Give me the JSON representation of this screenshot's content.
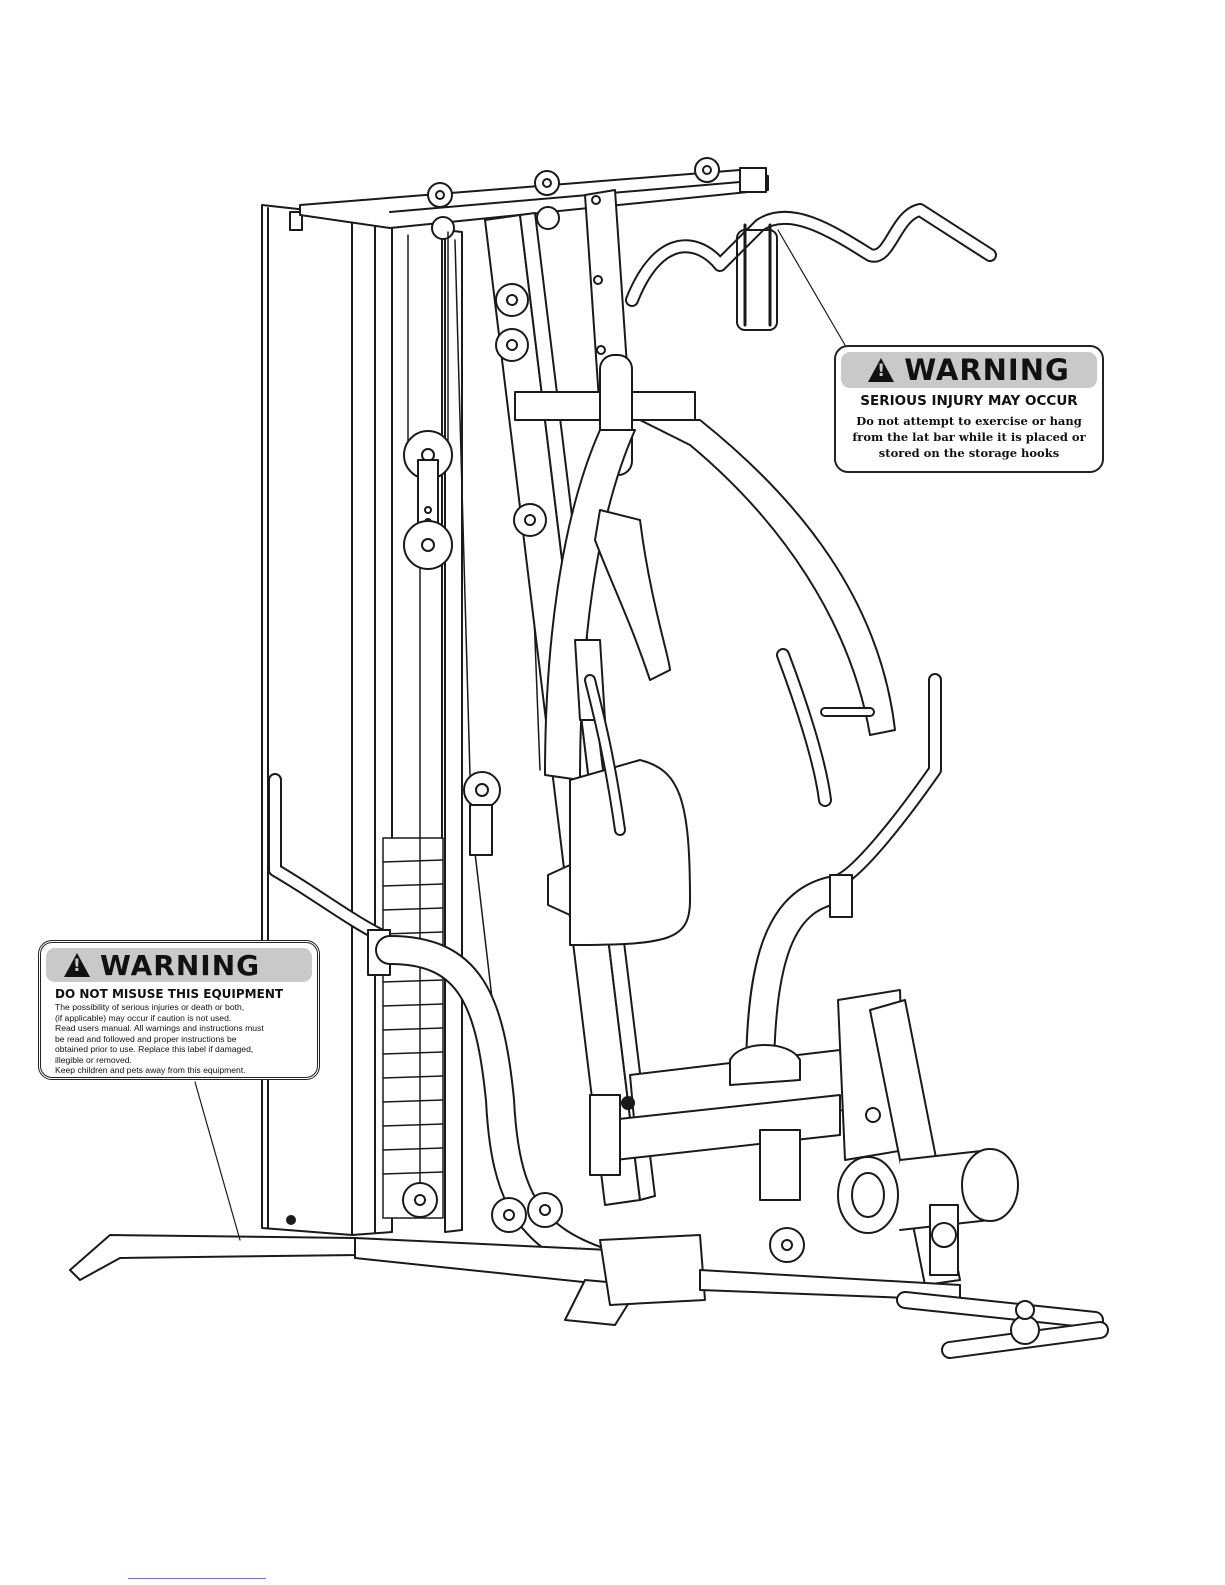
{
  "warning_top": {
    "heading": "WARNING",
    "subheading": "SERIOUS INJURY MAY OCCUR",
    "lines": [
      "Do not attempt to exercise or hang",
      "from the lat bar while it is placed or",
      "stored on the storage hooks"
    ]
  },
  "warning_left": {
    "heading": "WARNING",
    "subheading": "DO NOT MISUSE THIS EQUIPMENT",
    "lines": [
      "The possibility of serious injuries or death or both,",
      "(if applicable) may occur if caution is not used.",
      "Read users manual. All warnings and instructions must",
      "be read and followed and proper instructions be",
      "obtained prior to use. Replace this label if damaged,",
      "illegible or removed.",
      "Keep children and pets away from this equipment."
    ]
  },
  "colors": {
    "label_header": "#c9c9c9",
    "line_art": "#1a1a1a",
    "footer_link": "#6677bb"
  }
}
